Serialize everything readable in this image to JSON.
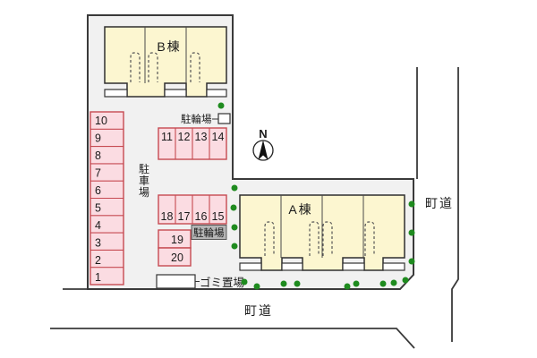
{
  "plan": {
    "buildings": {
      "b": "B棟",
      "a": "A棟"
    },
    "labels": {
      "parking_lot_chars": [
        "駐",
        "車",
        "場"
      ],
      "bicycle_parking_top": "駐輪場",
      "bicycle_parking_mid": "駐輪場",
      "garbage_area": "ゴミ置場",
      "road_bottom": "町道",
      "road_right": "町道",
      "north": "N"
    },
    "parking_spaces": {
      "left_column": [
        "10",
        "9",
        "8",
        "7",
        "6",
        "5",
        "4",
        "3",
        "2",
        "1"
      ],
      "middle_upper_row": [
        "11",
        "12",
        "13",
        "14"
      ],
      "middle_lower_row": [
        "18",
        "17",
        "16",
        "15"
      ],
      "middle_singles": [
        "19",
        "20"
      ]
    },
    "colors": {
      "site_fill": "#f1f1f1",
      "building_fill": "#fcf6d0",
      "parking_fill": "#fbdce2",
      "parking_border": "#c64a52",
      "tree_green": "#1f8b1f",
      "outline": "#3a3a3a",
      "gray_label_bg": "#b5b5b5"
    }
  }
}
